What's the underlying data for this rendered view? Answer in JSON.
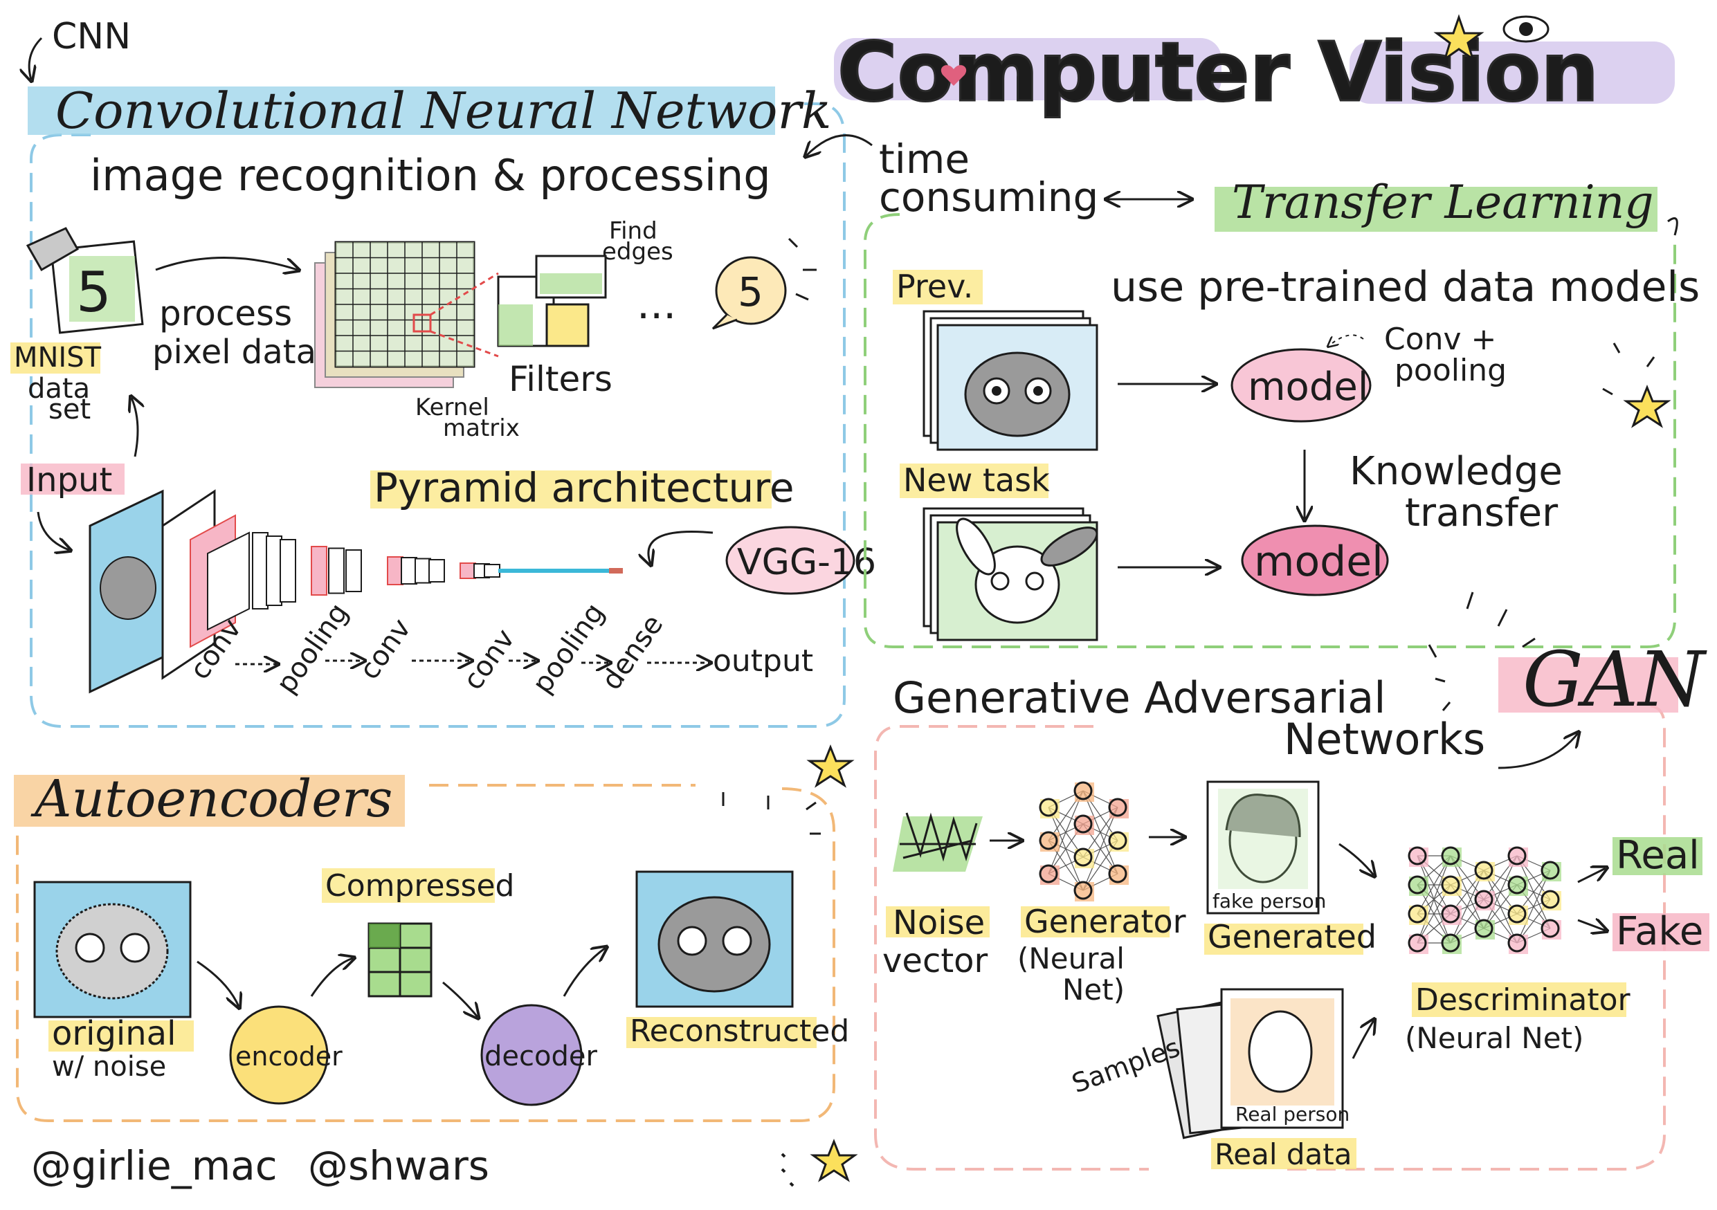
{
  "title": "Computer Vision",
  "colors": {
    "cnn_border": "#8ec9e6",
    "tl_border": "#8fcf7a",
    "ae_border": "#f2b877",
    "gan_border": "#f3b7b2",
    "title_fill": "#b9a3dc",
    "highlight_blue": "#9ad3ea",
    "highlight_yellow": "#fbe88a",
    "highlight_green": "#a8dc8e",
    "highlight_orange": "#f7c98f",
    "highlight_pink": "#f7b6c6",
    "highlight_purple": "#cdbde9"
  },
  "cnn": {
    "tag": "CNN",
    "heading": "Convolutional Neural Network",
    "subtitle": "image recognition & processing",
    "mnist_digit": "5",
    "mnist_label_1": "MNIST",
    "mnist_label_2": "data",
    "mnist_label_3": "set",
    "process_1": "process",
    "process_2": "pixel data",
    "find_edges_1": "Find",
    "find_edges_2": "edges",
    "kernel_1": "Kernel",
    "kernel_2": "matrix",
    "filters": "Filters",
    "ellipsis": "...",
    "output_digit": "5",
    "input_label": "Input",
    "pyramid": "Pyramid architecture",
    "vgg": "VGG-16",
    "stages": [
      "conv",
      "pooling",
      "conv",
      "conv",
      "pooling",
      "dense"
    ],
    "output": "output"
  },
  "transfer": {
    "time_1": "time",
    "time_2": "consuming",
    "heading": "Transfer Learning",
    "subtitle": "use pre-trained data models",
    "prev": "Prev.",
    "new_task": "New task",
    "model_1": "model",
    "model_2": "model",
    "conv_pool_1": "Conv +",
    "conv_pool_2": "pooling",
    "knowledge_1": "Knowledge",
    "knowledge_2": "transfer"
  },
  "autoencoders": {
    "heading": "Autoencoders",
    "original_1": "original",
    "original_2": "w/ noise",
    "encoder": "encoder",
    "compressed": "Compressed",
    "decoder": "decoder",
    "reconstructed": "Reconstructed"
  },
  "gan": {
    "acronym": "GAN",
    "heading_1": "Generative Adversarial",
    "heading_2": "Networks",
    "noise_1": "Noise",
    "noise_2": "vector",
    "generator_1": "Generator",
    "generator_2": "(Neural",
    "generator_3": "Net)",
    "fake_person": "fake person",
    "generated": "Generated",
    "samples": "Samples",
    "real_person": "Real person",
    "real_data": "Real data",
    "discriminator_1": "Descriminator",
    "discriminator_2": "(Neural Net)",
    "real": "Real",
    "fake": "Fake"
  },
  "credits": {
    "credit_1": "@girlie_mac",
    "credit_2": "@shwars"
  }
}
